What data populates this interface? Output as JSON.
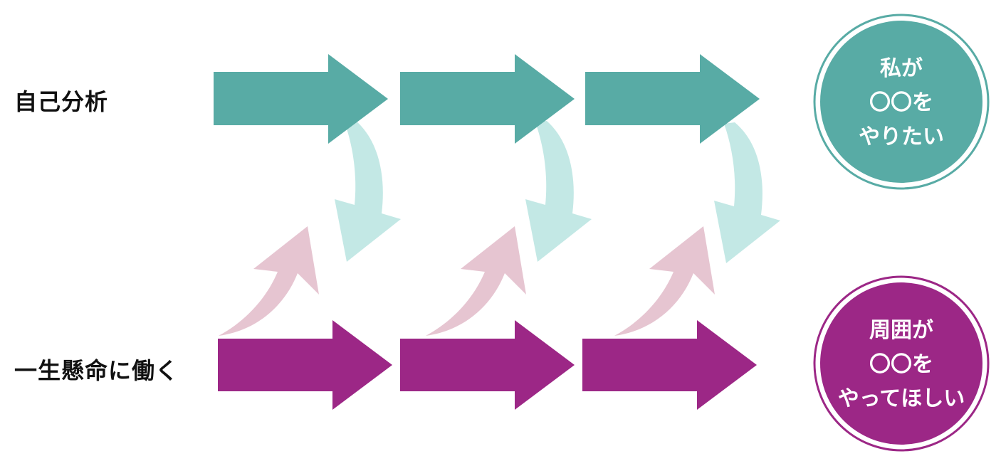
{
  "colors": {
    "teal": "#58aba5",
    "teal_light": "#c3e8e5",
    "purple": "#9c2786",
    "pink_light": "#e6c5d1",
    "text": "#111111",
    "background": "#ffffff"
  },
  "rows": {
    "top_label": "自己分析",
    "bottom_label": "一生懸命に働く"
  },
  "goals": {
    "top": {
      "lines": [
        "私が",
        "〇〇を",
        "やりたい"
      ]
    },
    "bottom": {
      "lines": [
        "周囲が",
        "〇〇を",
        "やってほしい"
      ]
    }
  },
  "arrows": {
    "top_row_count": 3,
    "bottom_row_count": 3,
    "down_curves": 3,
    "up_curves": 3
  }
}
